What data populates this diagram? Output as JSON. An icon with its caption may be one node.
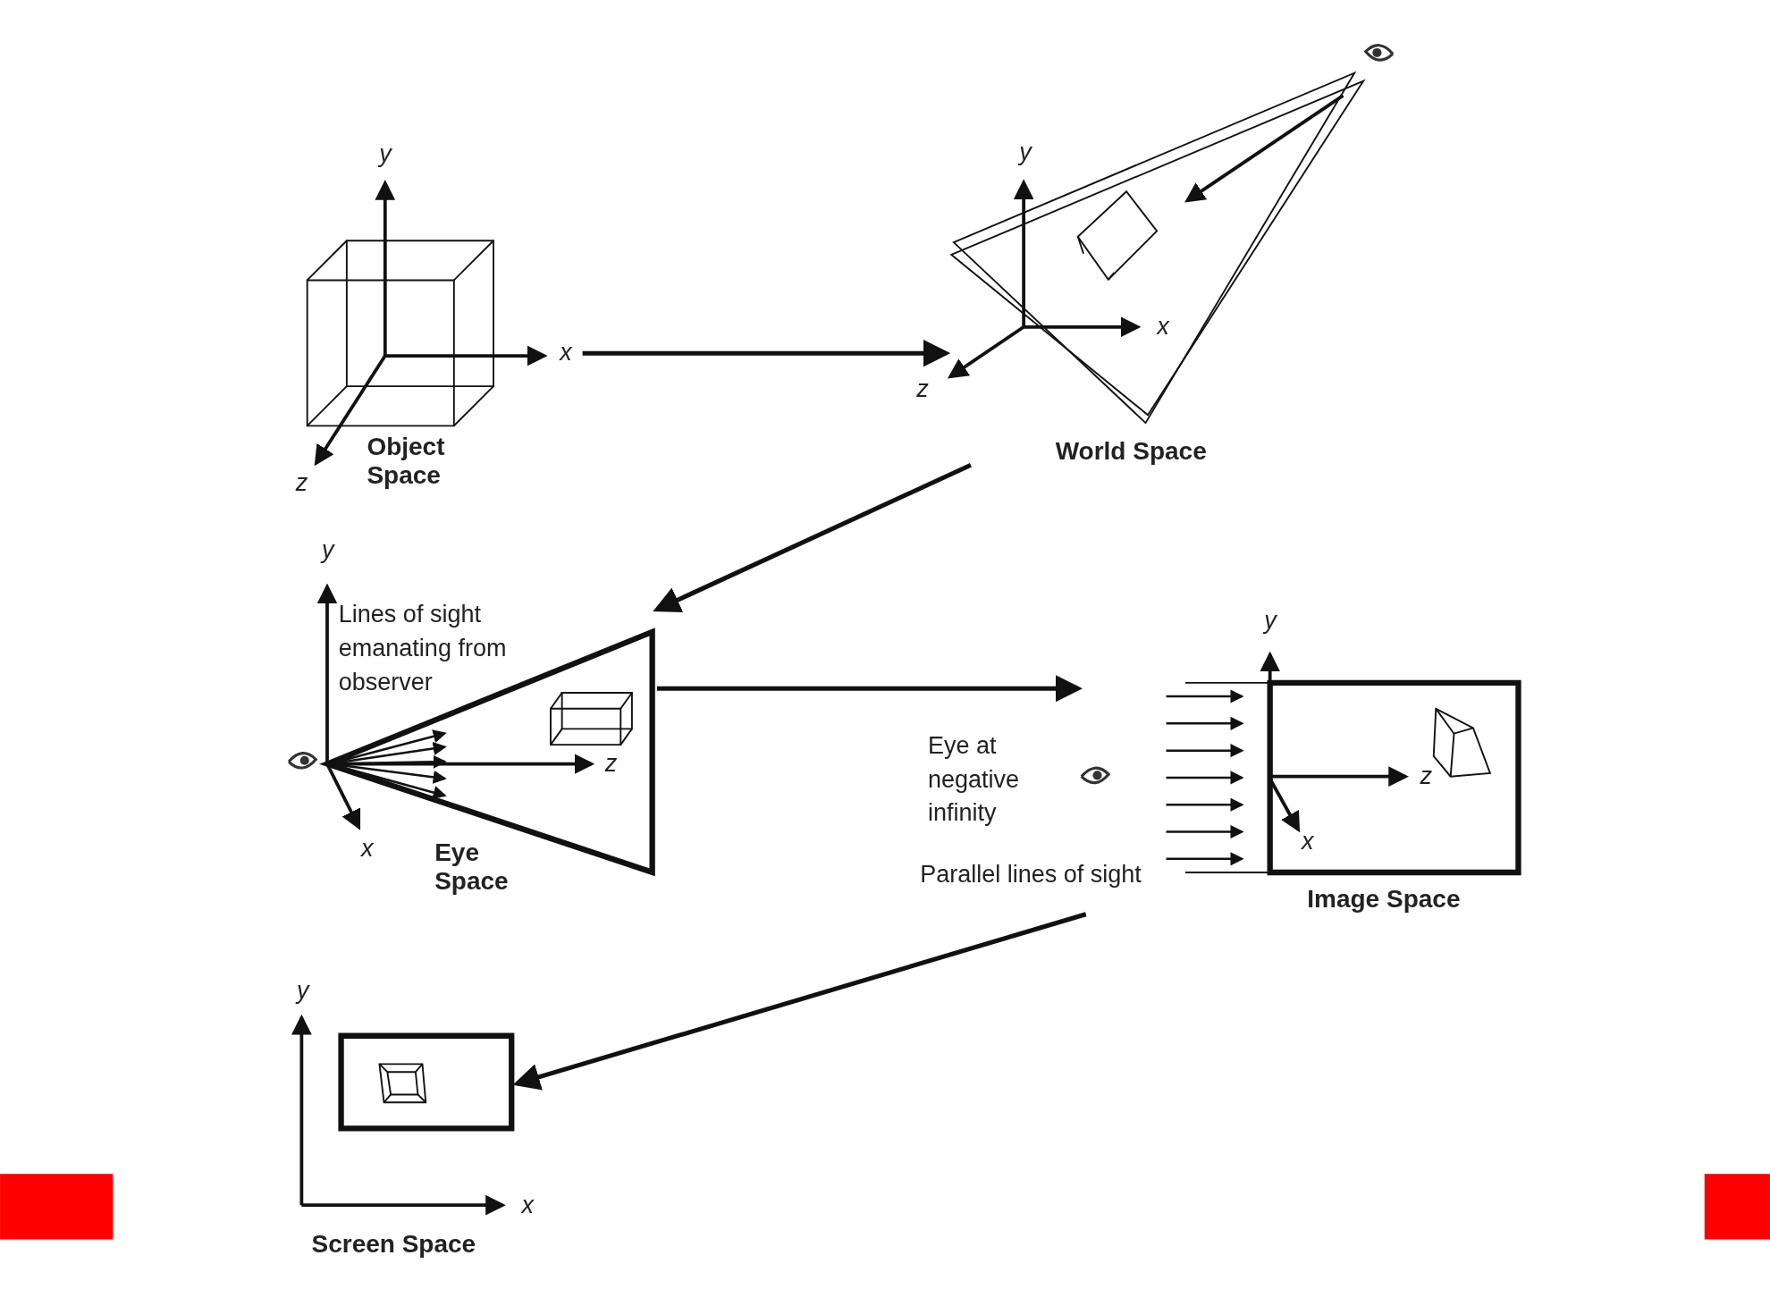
{
  "diagram": {
    "nodes": [
      {
        "text": [
          "Object Space"
        ]
      },
      {
        "text": [
          "World Space"
        ]
      },
      {
        "text": [
          "Eye Space"
        ]
      },
      {
        "text": [
          "Image Space"
        ]
      },
      {
        "text": [
          "Screen Space"
        ]
      }
    ],
    "edges": [
      {
        "from": 0,
        "to": 1,
        "arrow": "to"
      },
      {
        "from": 1,
        "to": 2,
        "arrow": "to"
      },
      {
        "from": 2,
        "to": 3,
        "arrow": "to"
      },
      {
        "from": 3,
        "to": 4,
        "arrow": "to"
      }
    ],
    "labels": [
      "y",
      "x",
      "z",
      "y",
      "x",
      "z",
      "y",
      "Lines of sight emanating from observer",
      "z",
      "x",
      "y",
      "Eye at negative infinity",
      "z",
      "x",
      "Parallel lines of sight",
      "y",
      "x"
    ]
  }
}
